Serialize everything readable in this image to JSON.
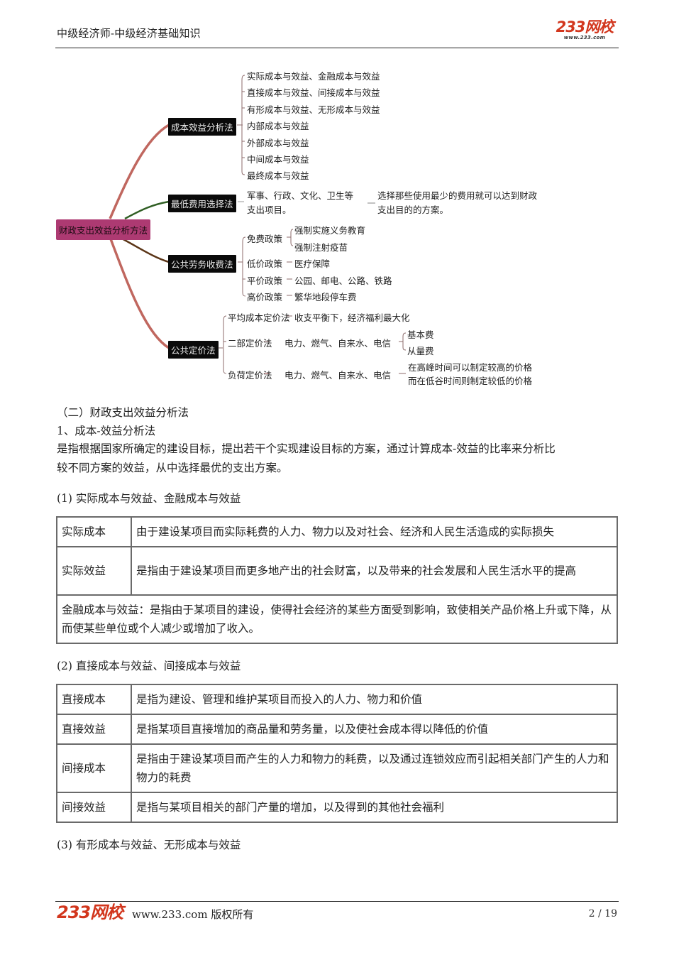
{
  "header": {
    "title": "中级经济师-中级经济基础知识",
    "logo_text": "233网校",
    "logo_url_text": "www.233.com",
    "logo_color": "#d2361d"
  },
  "mindmap": {
    "root": "财政支出效益分析方法",
    "root_color": "#ad3a72",
    "branches": [
      {
        "label": "成本效益分析法",
        "connector_color": "#c0675f",
        "children": [
          "实际成本与效益、金融成本与效益",
          "直接成本与效益、间接成本与效益",
          "有形成本与效益、无形成本与效益",
          "内部成本与效益",
          "外部成本与效益",
          "中间成本与效益",
          "最终成本与效益"
        ]
      },
      {
        "label": "最低费用选择法",
        "connector_color": "#2f5e23",
        "scope_line1": "军事、行政、文化、卫生等",
        "scope_line2": "支出项目。",
        "desc_line1": "选择那些使用最少的费用就可以达到财政",
        "desc_line2": "支出目的的方案。"
      },
      {
        "label": "公共劳务收费法",
        "connector_color": "#5a3416",
        "policies": [
          {
            "name": "免费政策",
            "items": [
              "强制实施义务教育",
              "强制注射疫苗"
            ]
          },
          {
            "name": "低价政策",
            "detail": "医疗保障"
          },
          {
            "name": "平价政策",
            "detail": "公园、邮电、公路、铁路"
          },
          {
            "name": "高价政策",
            "detail": "繁华地段停车费"
          }
        ]
      },
      {
        "label": "公共定价法",
        "connector_color": "#c0675f",
        "methods": [
          {
            "name": "平均成本定价法",
            "detail": "收支平衡下，经济福利最大化"
          },
          {
            "name": "二部定价法",
            "detail": "电力、燃气、自来水、电信",
            "items": [
              "基本费",
              "从量费"
            ]
          },
          {
            "name": "负荷定价法",
            "detail": "电力、燃气、自来水、电信",
            "items": [
              "在高峰时间可以制定较高的价格",
              "而在低谷时间则制定较低的价格"
            ]
          }
        ]
      }
    ]
  },
  "content": {
    "section_heading": "（二）财政支出效益分析法",
    "sub_heading": "1、成本-效益分析法",
    "intro_line1": "是指根据国家所确定的建设目标，提出若干个实现建设目标的方案，通过计算成本-效益的比率来分析比",
    "intro_line2": "较不同方案的效益，从中选择最优的支出方案。",
    "item1_heading": "(1) 实际成本与效益、金融成本与效益",
    "table1": [
      {
        "key": "实际成本",
        "value": "由于建设某项目而实际耗费的人力、物力以及对社会、经济和人民生活造成的实际损失"
      },
      {
        "key": "实际效益",
        "value": "是指由于建设某项目而更多地产出的社会财富，以及带来的社会发展和人民生活水平的提高"
      }
    ],
    "table1_note": "金融成本与效益：是指由于某项目的建设，使得社会经济的某些方面受到影响，致使相关产品价格上升或下降，从而使某些单位或个人减少或增加了收入。",
    "item2_heading": "(2) 直接成本与效益、间接成本与效益",
    "table2": [
      {
        "key": "直接成本",
        "value": "是指为建设、管理和维护某项目而投入的人力、物力和价值"
      },
      {
        "key": "直接效益",
        "value": "是指某项目直接增加的商品量和劳务量，以及使社会成本得以降低的价值"
      },
      {
        "key": "间接成本",
        "value": "是指由于建设某项目而产生的人力和物力的耗费，以及通过连锁效应而引起相关部门产生的人力和物力的耗费"
      },
      {
        "key": "间接效益",
        "value": "是指与某项目相关的部门产量的增加，以及得到的其他社会福利"
      }
    ],
    "item3_heading": "(3) 有形成本与效益、无形成本与效益"
  },
  "footer": {
    "logo_text": "233网校",
    "copyright": "www.233.com 版权所有",
    "page_indicator": "2 / 19"
  }
}
